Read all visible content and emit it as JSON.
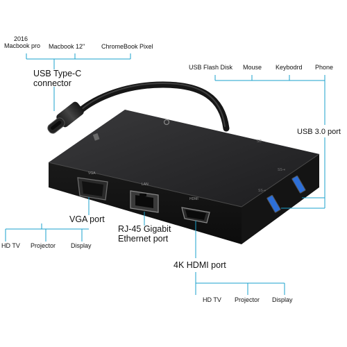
{
  "colors": {
    "line": "#1aa0cc",
    "device": "#1d1d1f",
    "device_top": "#2c2c2e",
    "port_blue": "#2d6fd8"
  },
  "top_left": {
    "item_1_line1": "2016",
    "item_1_line2": "Macbook pro",
    "item_2": "Macbook 12\"",
    "item_3": "ChromeBook Pixel"
  },
  "usb_c": {
    "label_line1": "USB Type-C",
    "label_line2": "connector"
  },
  "top_right": {
    "item_1": "USB Flash Disk",
    "item_2": "Mouse",
    "item_3": "Keybodrd",
    "item_4": "Phone"
  },
  "usb3": {
    "label": "USB 3.0 port"
  },
  "vga": {
    "port_marking": "VGA",
    "label": "VGA port",
    "targets": [
      "HD TV",
      "Projector",
      "Display"
    ]
  },
  "lan": {
    "port_marking": "LAN",
    "label_line1": "RJ-45 Gigabit",
    "label_line2": "Ethernet port"
  },
  "hdmi": {
    "port_marking": "HDMI",
    "label": "4K HDMI port",
    "targets": [
      "HD TV",
      "Projector",
      "Display"
    ]
  },
  "icons": {
    "sd_slot": "sd-card-icon",
    "audio": "headphone-icon",
    "usb_symbol": "usb-symbol-icon"
  }
}
